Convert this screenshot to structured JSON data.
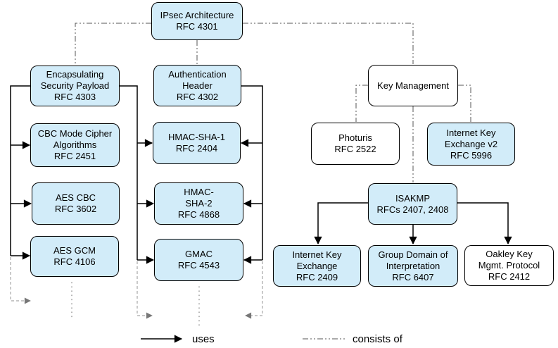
{
  "diagram": {
    "nodes": {
      "ipsec": {
        "text": "IPsec Architecture\nRFC 4301"
      },
      "esp": {
        "text": "Encapsulating\nSecurity Payload\nRFC 4303"
      },
      "cbc": {
        "text": "CBC Mode Cipher\nAlgorithms\nRFC 2451"
      },
      "aes_cbc": {
        "text": "AES CBC\nRFC 3602"
      },
      "aes_gcm": {
        "text": "AES GCM\nRFC 4106"
      },
      "ah": {
        "text": "Authentication\nHeader\nRFC 4302"
      },
      "hmac_sha1": {
        "text": "HMAC-SHA-1\nRFC 2404"
      },
      "hmac_sha2": {
        "text": "HMAC-\nSHA-2\nRFC 4868"
      },
      "gmac": {
        "text": "GMAC\nRFC 4543"
      },
      "key_mgmt": {
        "text": "Key Management"
      },
      "photuris": {
        "text": "Photuris\nRFC 2522"
      },
      "ikev2": {
        "text": "Internet Key\nExchange v2\nRFC 5996"
      },
      "isakmp": {
        "text": "ISAKMP\nRFCs 2407, 2408"
      },
      "ike": {
        "text": "Internet Key\nExchange\nRFC 2409"
      },
      "gdoi": {
        "text": "Group Domain of\nInterpretation\nRFC 6407"
      },
      "oakley": {
        "text": "Oakley Key\nMgmt. Protocol\nRFC 2412"
      }
    },
    "legend": {
      "uses": "uses",
      "consists_of": "consists of"
    },
    "colors": {
      "node_fill_highlight": "#d2ecf9",
      "node_fill_plain": "#ffffff",
      "node_border": "#000000",
      "uses_edge": "#000000",
      "consists_of_edge": "#555555",
      "continuation_edge": "#a6a6a6"
    },
    "edges": [
      {
        "from": "ipsec",
        "to": "esp",
        "relation": "consists of"
      },
      {
        "from": "ipsec",
        "to": "ah",
        "relation": "consists of"
      },
      {
        "from": "ipsec",
        "to": "key_mgmt",
        "relation": "consists of"
      },
      {
        "from": "key_mgmt",
        "to": "photuris",
        "relation": "consists of"
      },
      {
        "from": "key_mgmt",
        "to": "ikev2",
        "relation": "consists of"
      },
      {
        "from": "key_mgmt",
        "to": "isakmp",
        "relation": "consists of"
      },
      {
        "from": "esp",
        "to": "cbc",
        "relation": "uses"
      },
      {
        "from": "esp",
        "to": "aes_cbc",
        "relation": "uses"
      },
      {
        "from": "esp",
        "to": "aes_gcm",
        "relation": "uses"
      },
      {
        "from": "esp",
        "to": "hmac_sha1",
        "relation": "uses"
      },
      {
        "from": "esp",
        "to": "hmac_sha2",
        "relation": "uses"
      },
      {
        "from": "esp",
        "to": "gmac",
        "relation": "uses"
      },
      {
        "from": "ah",
        "to": "hmac_sha1",
        "relation": "uses"
      },
      {
        "from": "ah",
        "to": "hmac_sha2",
        "relation": "uses"
      },
      {
        "from": "ah",
        "to": "gmac",
        "relation": "uses"
      },
      {
        "from": "isakmp",
        "to": "ike",
        "relation": "uses"
      },
      {
        "from": "isakmp",
        "to": "gdoi",
        "relation": "uses"
      },
      {
        "from": "isakmp",
        "to": "oakley",
        "relation": "uses"
      }
    ]
  }
}
